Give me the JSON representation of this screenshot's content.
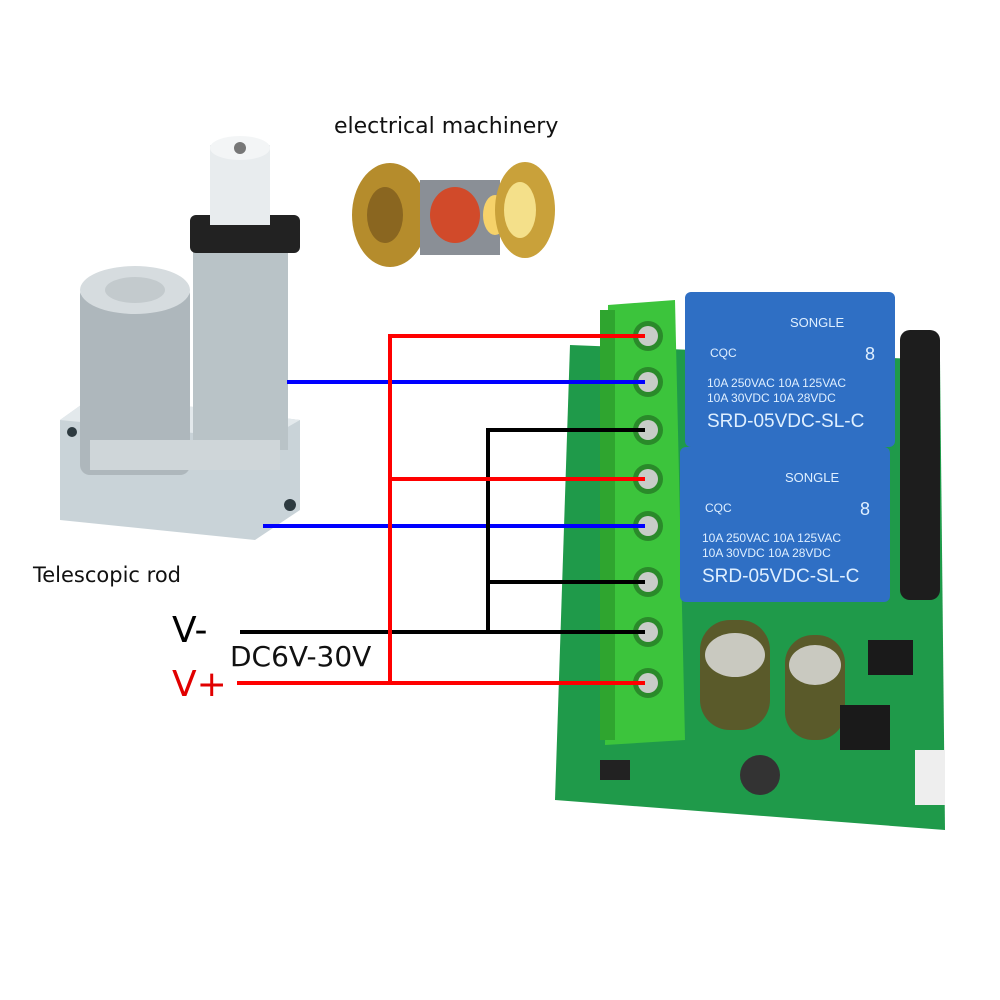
{
  "labels": {
    "motor": "electrical machinery",
    "actuator": "Telescopic rod",
    "v_minus": "V-",
    "v_plus": "V+",
    "voltage_range": "DC6V-30V"
  },
  "relays": [
    {
      "brand": "SONGLE",
      "rating_line1": "10A 250VAC  10A 125VAC",
      "rating_line2": "10A 30VDC  10A 28VDC",
      "model": "SRD-05VDC-SL-C",
      "mark": "8",
      "cert": "CQC"
    },
    {
      "brand": "SONGLE",
      "rating_line1": "10A 250VAC  10A 125VAC",
      "rating_line2": "10A 30VDC  10A 28VDC",
      "model": "SRD-05VDC-SL-C",
      "mark": "8",
      "cert": "CQC"
    }
  ],
  "colors": {
    "positive": "#ff0000",
    "negative": "#000000",
    "motor_wire": "#0000ff",
    "terminal": "#3cc43c",
    "pcb": "#1f9a4a",
    "relay": "#2f6fc4"
  }
}
